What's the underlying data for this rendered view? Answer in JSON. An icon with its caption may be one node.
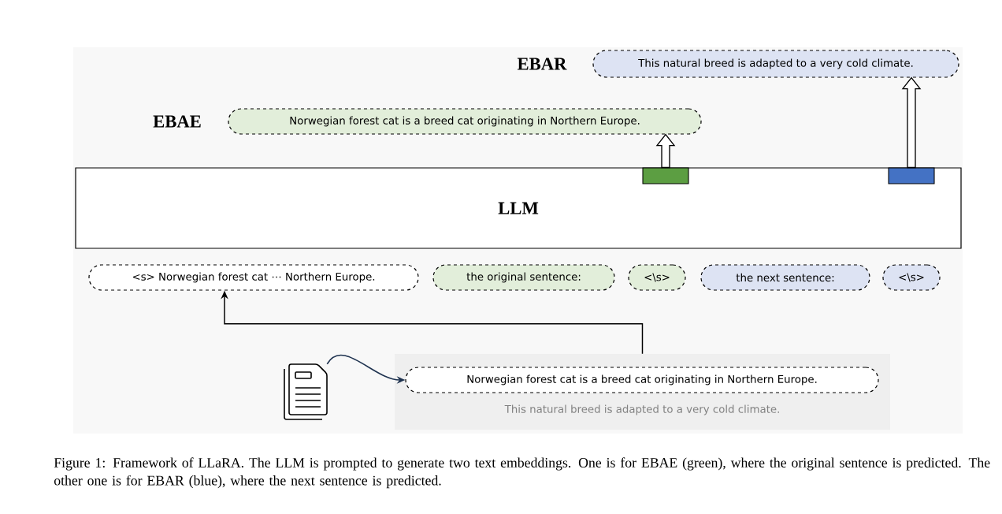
{
  "diagram": {
    "caption": "Figure 1: Framework of LLaRA. The LLM is prompted to generate two text embeddings. One is for EBAE (green), where the original sentence is predicted. The other one is for EBAR (blue), where the next sentence is predicted.",
    "nodes": [
      {
        "text": [
          "This natural breed is adapted to a very cold climate."
        ],
        "beside": [
          "EBAR"
        ]
      },
      {
        "text": [
          "Norwegian forest cat  is a breed cat originating in Northern Europe."
        ],
        "beside": [
          "EBAE"
        ]
      },
      {
        "text": [
          "LLM"
        ]
      },
      {
        "text": [],
        "shape": "bar",
        "in": 2
      },
      {
        "text": [],
        "shape": "bar",
        "in": 2
      },
      {
        "text": [
          "<s> Norwegian forest cat ⋯ Northern Europe."
        ]
      },
      {
        "text": [
          "the original sentence:"
        ]
      },
      {
        "text": [
          "<\\s>"
        ]
      },
      {
        "text": [
          "the next sentence:"
        ]
      },
      {
        "text": [
          "<\\s>"
        ]
      },
      {
        "text": [],
        "shape": "document"
      },
      {
        "text": [
          "This natural breed is adapted to a very cold climate."
        ]
      },
      {
        "text": [
          "Norwegian forest cat  is a breed cat originating in Northern Europe."
        ],
        "in": 11
      }
    ],
    "edges": [
      {
        "from": 3,
        "to": 1,
        "arrow": "to",
        "style": "thick"
      },
      {
        "from": 4,
        "to": 0,
        "arrow": "to",
        "style": "thick"
      },
      {
        "from": 10,
        "to": 12,
        "arrow": "to",
        "color": "#1f3350"
      },
      {
        "from": 11,
        "to": 5,
        "arrow": "to"
      }
    ]
  }
}
